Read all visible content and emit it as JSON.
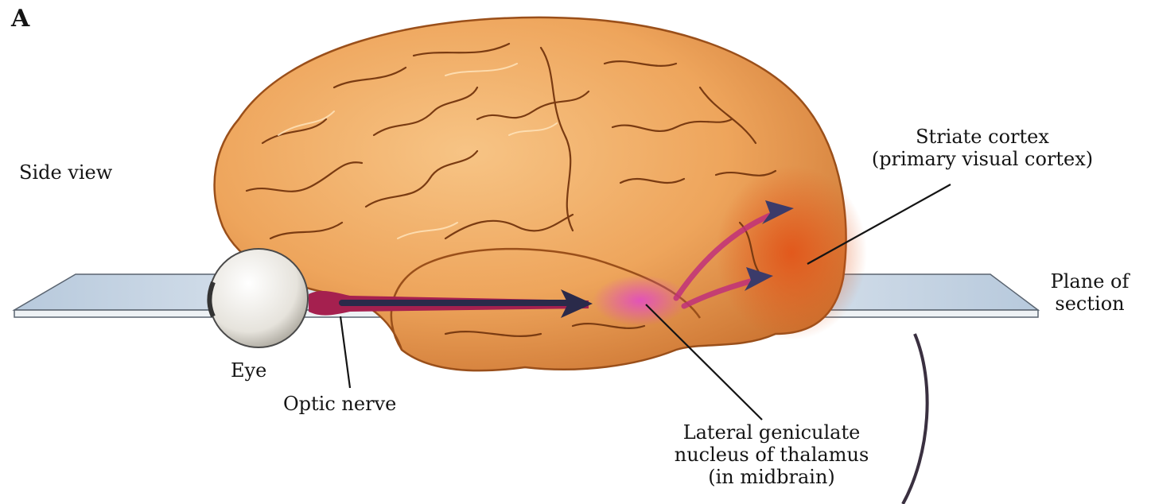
{
  "panel_letter": "A",
  "labels": {
    "side_view": "Side view",
    "striate_cortex_1": "Striate cortex",
    "striate_cortex_2": "(primary visual cortex)",
    "plane_1": "Plane of",
    "plane_2": "section",
    "eye": "Eye",
    "optic_nerve": "Optic nerve",
    "lgn_1": "Lateral geniculate",
    "lgn_2": "nucleus of thalamus",
    "lgn_3": "(in midbrain)"
  },
  "colors": {
    "brain_light": "#f2b36f",
    "brain_mid": "#e08a3c",
    "brain_dark": "#b55a1c",
    "visual_cortex": "#e0601a",
    "nerve": "#a0204e",
    "lgn": "#d85ab8",
    "arrow": "#2a2a4a",
    "plane": "#dfe8f0"
  }
}
